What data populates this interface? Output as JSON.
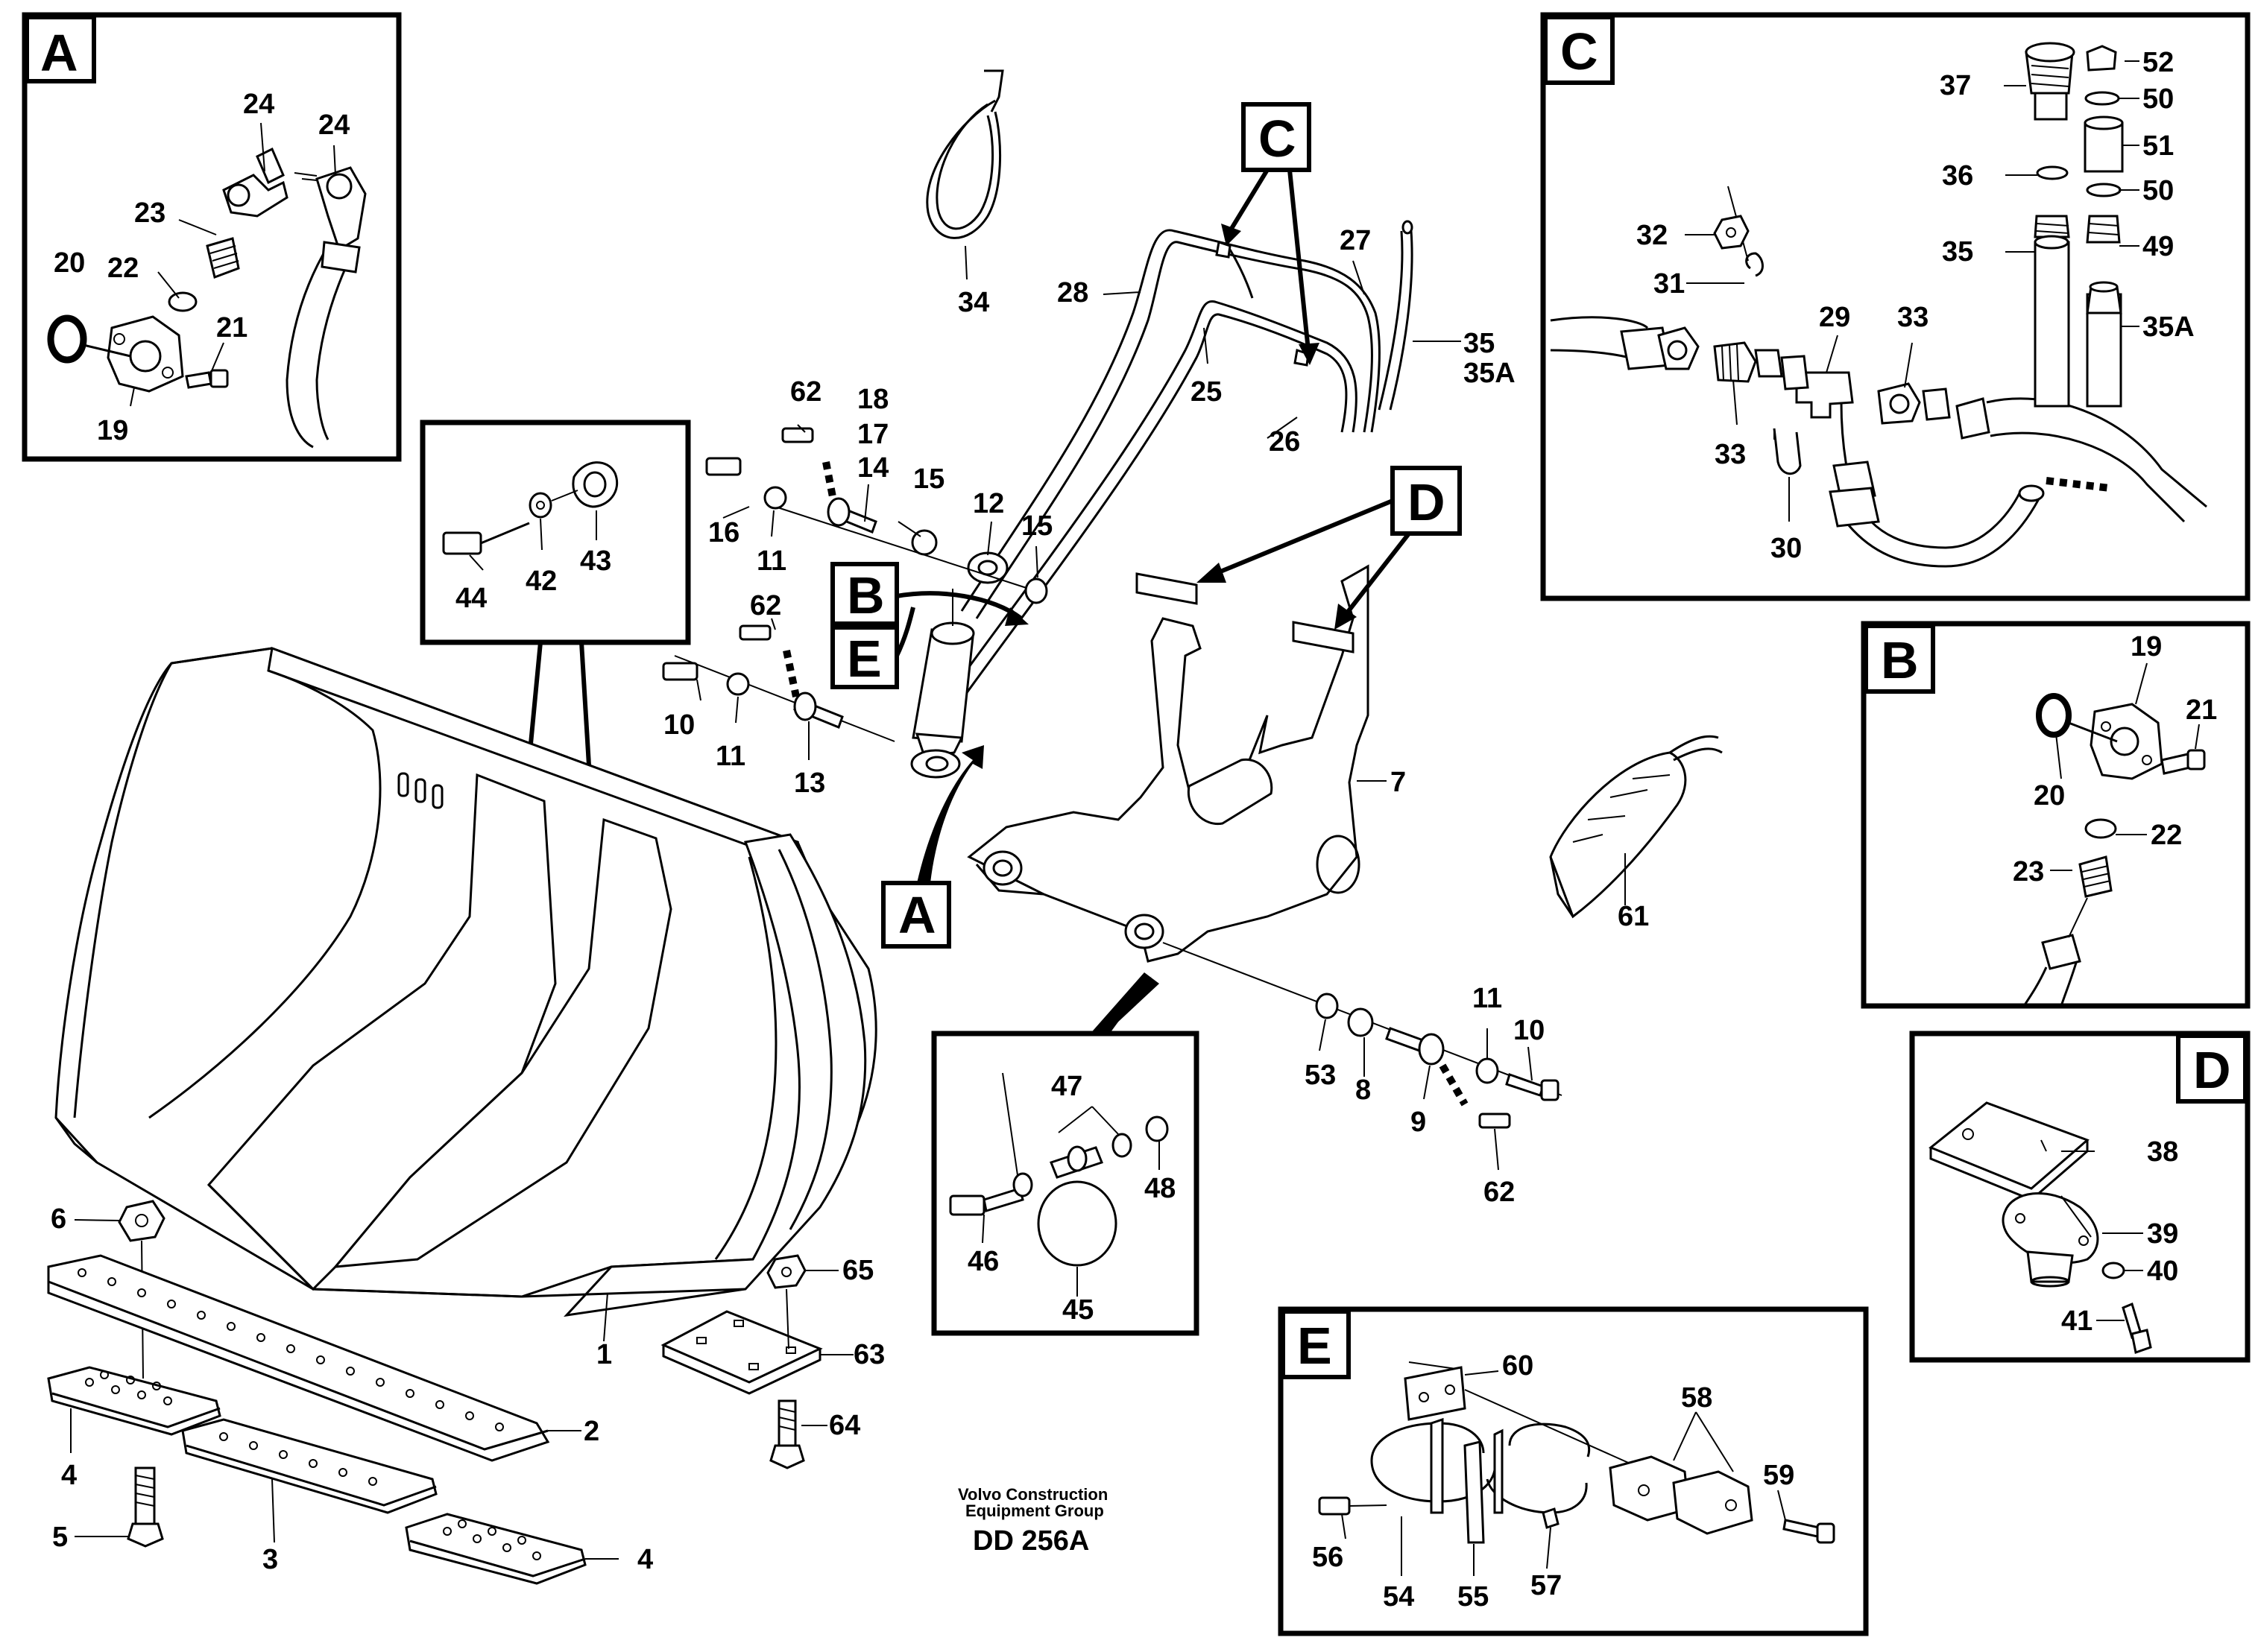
{
  "credit": {
    "line1": "Volvo Construction",
    "line2": "Equipment Group",
    "code": "DD 256A"
  },
  "detail_boxes": {
    "A": "A",
    "B": "B",
    "C": "C",
    "D": "D",
    "E": "E"
  },
  "callouts": {
    "A": "A",
    "B": "B",
    "C": "C",
    "D": "D",
    "E": "E"
  },
  "main_labels": {
    "l1": "1",
    "l2": "2",
    "l3": "3",
    "l4a": "4",
    "l4b": "4",
    "l5": "5",
    "l6": "6",
    "l7": "7",
    "l8": "8",
    "l9": "9",
    "l10a": "10",
    "l10b": "10",
    "l11a": "11",
    "l11b": "11",
    "l11c": "11",
    "l12": "12",
    "l13": "13",
    "l14": "14",
    "l15a": "15",
    "l15b": "15",
    "l16": "16",
    "l17": "17",
    "l18": "18",
    "l25": "25",
    "l26": "26",
    "l27": "27",
    "l28": "28",
    "l34": "34",
    "l35": "35",
    "l35a": "35A",
    "l53": "53",
    "l61": "61",
    "l62a": "62",
    "l62b": "62",
    "l62c": "62",
    "l63": "63",
    "l64": "64",
    "l65": "65"
  },
  "box_a_labels": {
    "l19": "19",
    "l20": "20",
    "l21": "21",
    "l22": "22",
    "l23": "23",
    "l24a": "24",
    "l24b": "24"
  },
  "box_42_labels": {
    "l42": "42",
    "l43": "43",
    "l44": "44"
  },
  "box_45_labels": {
    "l45": "45",
    "l46": "46",
    "l47": "47",
    "l48": "48"
  },
  "box_c_labels": {
    "l29": "29",
    "l30": "30",
    "l31": "31",
    "l32": "32",
    "l33a": "33",
    "l33b": "33",
    "l35": "35",
    "l35a": "35A",
    "l36": "36",
    "l37": "37",
    "l49": "49",
    "l50a": "50",
    "l50b": "50",
    "l51": "51",
    "l52": "52"
  },
  "box_b_labels": {
    "l19": "19",
    "l20": "20",
    "l21": "21",
    "l22": "22",
    "l23": "23"
  },
  "box_d_labels": {
    "l38": "38",
    "l39": "39",
    "l40": "40",
    "l41": "41"
  },
  "box_e_labels": {
    "l54": "54",
    "l55": "55",
    "l56": "56",
    "l57": "57",
    "l58": "58",
    "l59": "59",
    "l60": "60"
  }
}
